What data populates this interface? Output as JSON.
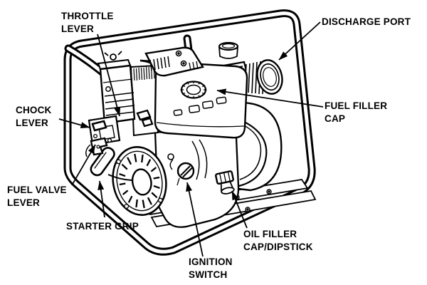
{
  "colors": {
    "ink": "#000000",
    "background": "#ffffff"
  },
  "labels": [
    {
      "id": "throttle-lever",
      "lines": [
        "THROTTLE",
        "LEVER"
      ]
    },
    {
      "id": "discharge-port",
      "lines": [
        "DISCHARGE PORT"
      ]
    },
    {
      "id": "chock-lever",
      "lines": [
        "CHOCK",
        "LEVER"
      ]
    },
    {
      "id": "fuel-valve-lever",
      "lines": [
        "FUEL VALVE",
        "LEVER"
      ]
    },
    {
      "id": "starter-grip",
      "lines": [
        "STARTER GRIP"
      ]
    },
    {
      "id": "ignition-switch",
      "lines": [
        "IGNITION",
        "SWITCH"
      ]
    },
    {
      "id": "oil-filler-cap-dipstick",
      "lines": [
        "OIL FILLER",
        "CAP/DIPSTICK"
      ]
    },
    {
      "id": "fuel-filler-cap",
      "lines": [
        "FUEL FILLER",
        "CAP"
      ]
    }
  ]
}
